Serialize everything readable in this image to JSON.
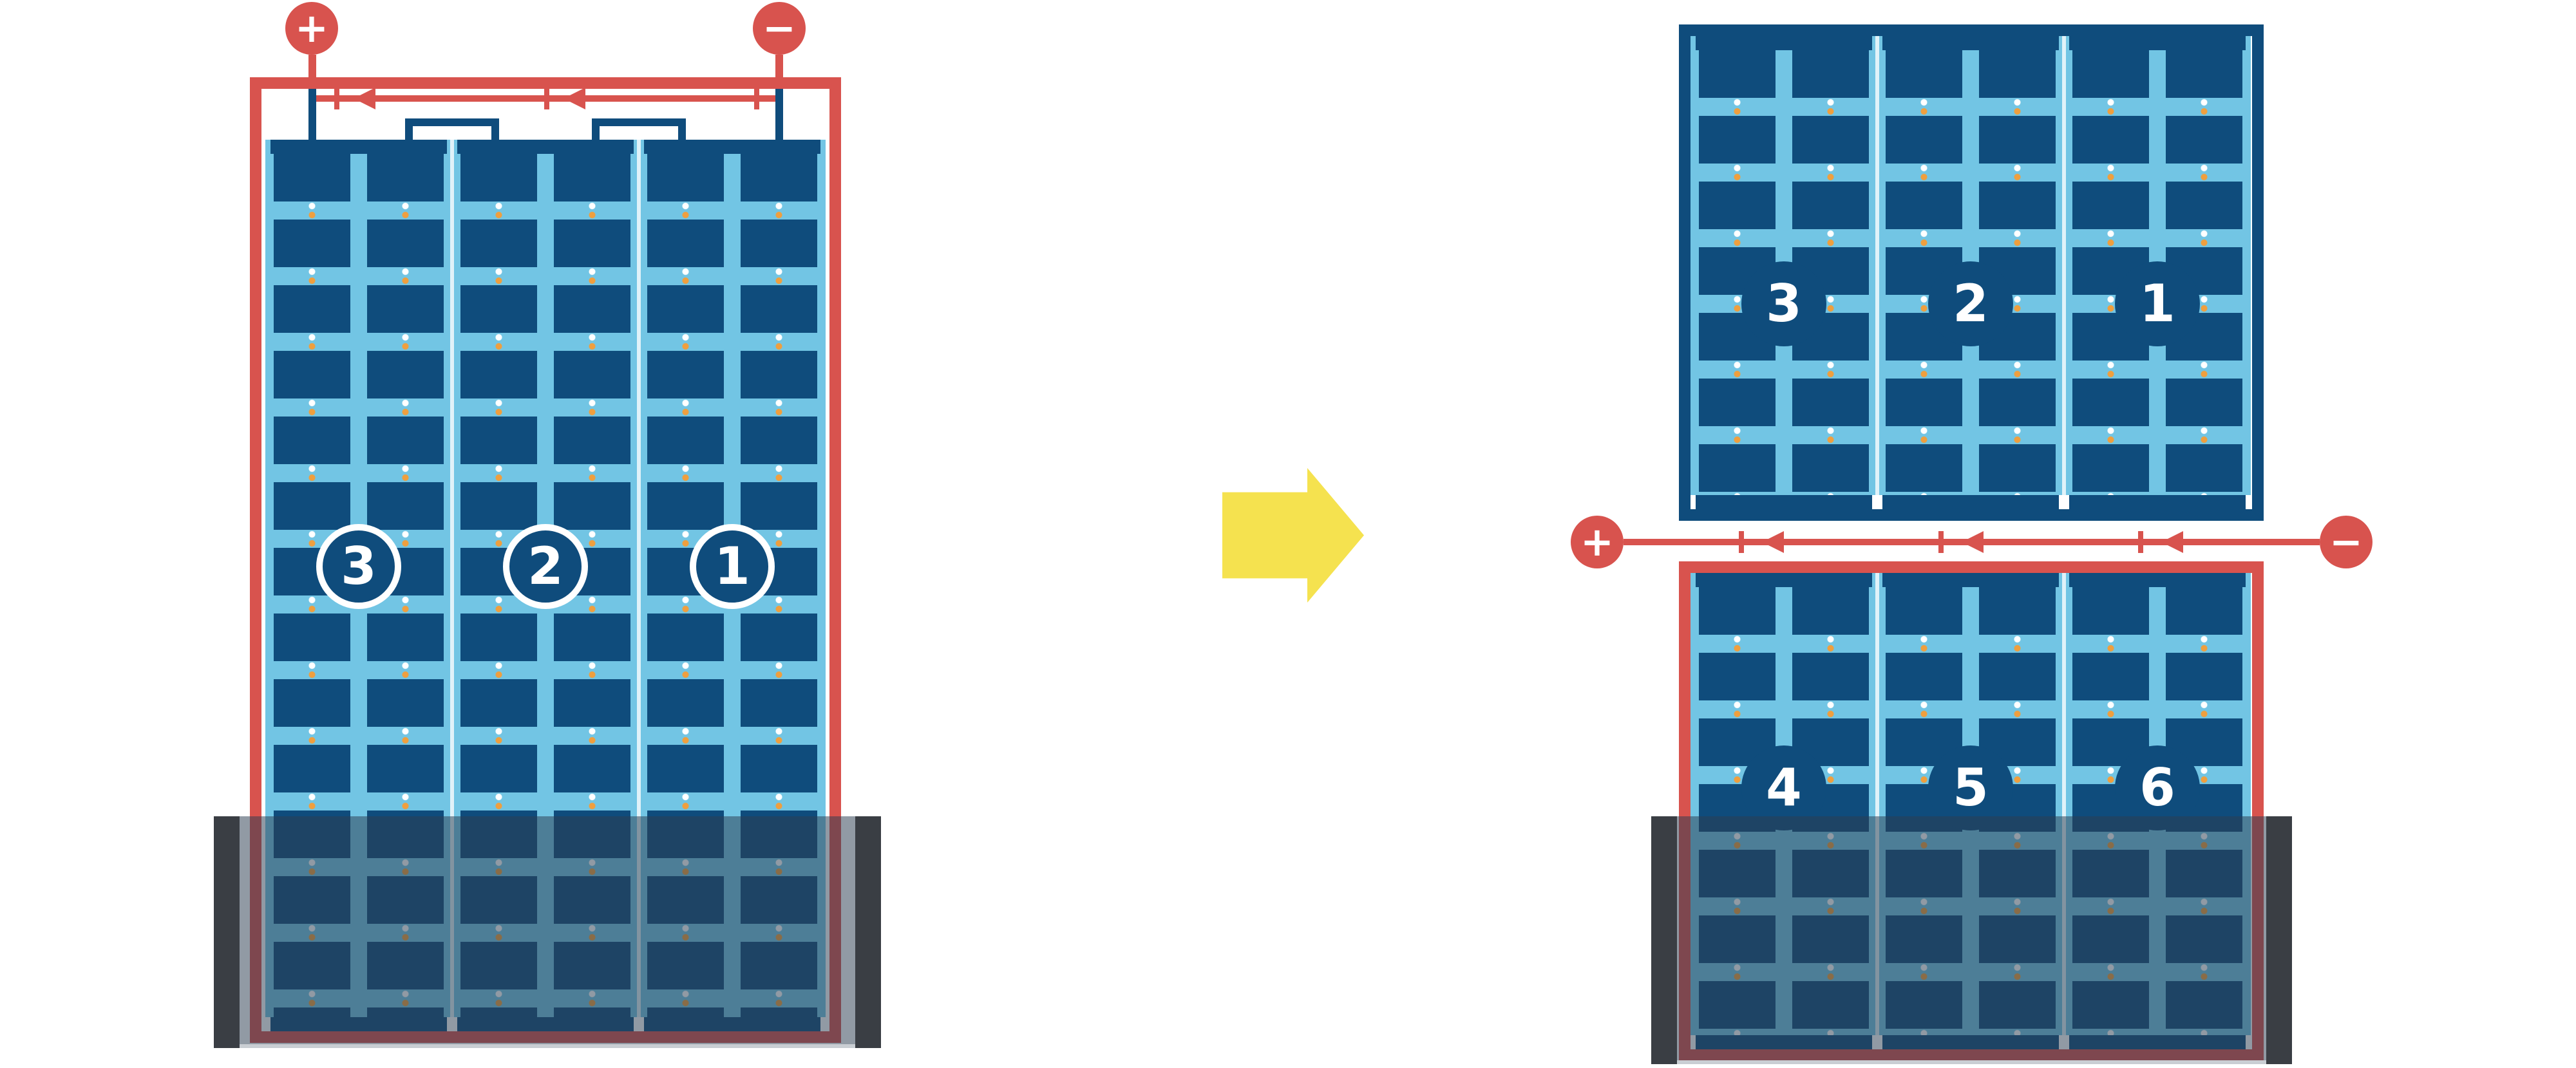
{
  "diagram": {
    "left_module": {
      "terminal_plus": "+",
      "terminal_minus": "−",
      "strings": [
        {
          "label": "3"
        },
        {
          "label": "2"
        },
        {
          "label": "1"
        }
      ]
    },
    "transform_arrow_icon": "right-arrow",
    "right_module": {
      "terminal_plus": "+",
      "terminal_minus": "−",
      "top_strings": [
        {
          "label": "3"
        },
        {
          "label": "2"
        },
        {
          "label": "1"
        }
      ],
      "bottom_strings": [
        {
          "label": "4"
        },
        {
          "label": "5"
        },
        {
          "label": "6"
        }
      ]
    },
    "colors": {
      "red": "#d8534e",
      "navy": "#0f4c7c",
      "sky": "#72c5e4",
      "cell": "#0f4c7c",
      "dot_white": "#ffffff",
      "dot_orange": "#ef9f3e",
      "yellow_arrow": "#f5e24f",
      "shade_overlay": "rgba(44,62,80,0.52)",
      "shade_bar": "#3a3e44",
      "background": "#ffffff"
    }
  }
}
